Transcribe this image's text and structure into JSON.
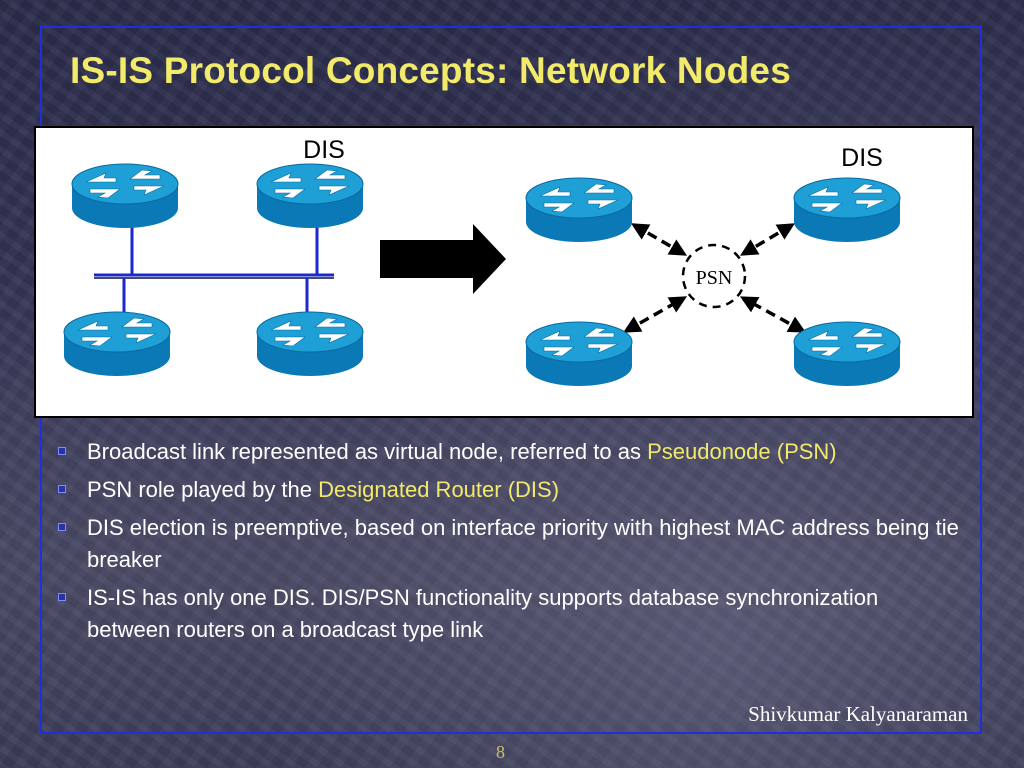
{
  "slide": {
    "title": "IS-IS Protocol Concepts: Network Nodes",
    "author": "Shivkumar Kalyanaraman",
    "page_number": "8"
  },
  "diagram": {
    "left_dis_label": "DIS",
    "right_dis_label": "DIS",
    "psn_label": "PSN",
    "router_icon": "router-icon",
    "arrow_icon": "arrow-right-icon"
  },
  "bullets": [
    {
      "text_before": "Broadcast link represented as virtual node, referred to as ",
      "highlight": "Pseudonode (PSN)",
      "text_after": ""
    },
    {
      "text_before": "PSN role played by the ",
      "highlight": "Designated Router (DIS)",
      "text_after": ""
    },
    {
      "text_before": "DIS election is preemptive, based on interface priority with highest MAC address being tie breaker",
      "highlight": "",
      "text_after": ""
    },
    {
      "text_before": "IS-IS has only one DIS. DIS/PSN functionality supports database synchronization between routers  on a broadcast type  link",
      "highlight": "",
      "text_after": ""
    }
  ],
  "colors": {
    "title": "#f2ea6a",
    "highlight": "#f2ea6a",
    "frame": "#1f2fe0",
    "router_top": "#1ea0d6",
    "router_side": "#0b79b5",
    "lan_line": "#1a2acc"
  }
}
